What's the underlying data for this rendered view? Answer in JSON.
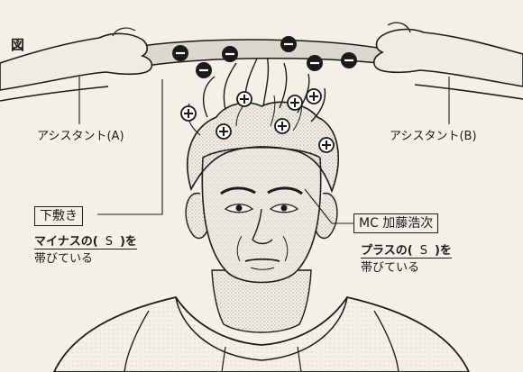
{
  "figure_label": "図",
  "assistant_a": "アシスタント(A)",
  "assistant_b": "アシスタント(B)",
  "sheet": {
    "label": "下敷き",
    "charge_type": "マイナスの",
    "paren_open": "(",
    "answer": "S",
    "paren_close": ")を",
    "line2": "帯びている"
  },
  "mc": {
    "label": "MC 加藤浩次",
    "charge_type": "プラスの",
    "paren_open": "(",
    "answer": "S",
    "paren_close": ")を",
    "line2": "帯びている"
  },
  "colors": {
    "ink": "#1a1a1a",
    "paper": "#f3f0e8",
    "sheet": "#dcd8cf"
  },
  "icons": {
    "negative": "minus-charge-icon",
    "positive": "plus-charge-icon"
  }
}
